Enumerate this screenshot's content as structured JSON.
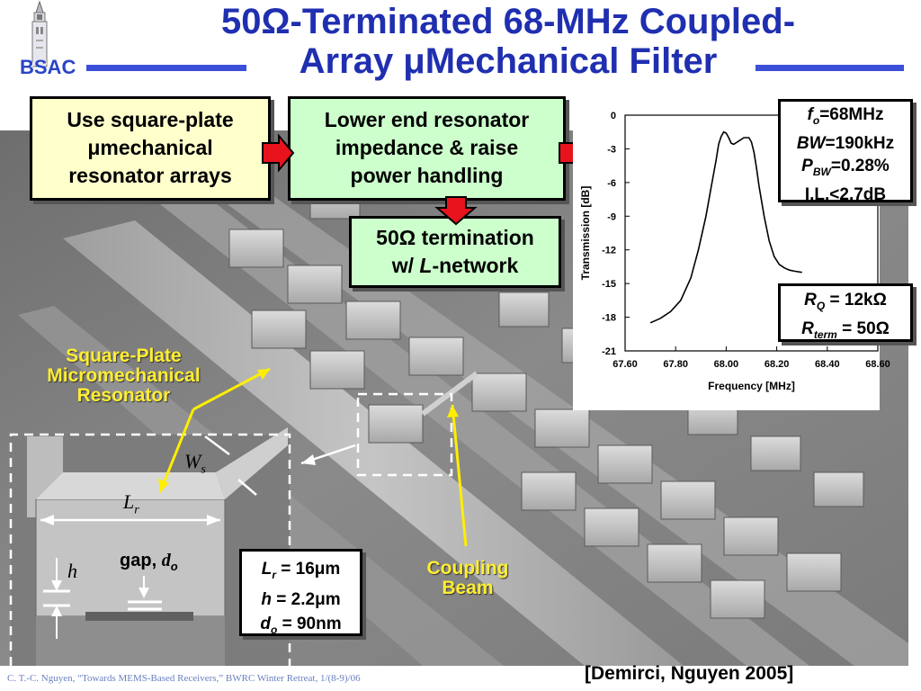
{
  "slide": {
    "title_line1": "50Ω-Terminated 68-MHz Coupled-",
    "title_line2": "Array μMechanical Filter",
    "logo": "BSAC",
    "footer": "C. T.-C. Nguyen, “Towards MEMS-Based Receivers,” BWRC Winter Retreat, 1/(8-9)/06",
    "citation": "[Demirci, Nguyen 2005]"
  },
  "flow": {
    "box1": {
      "line1": "Use square-plate",
      "line2": "μmechanical",
      "line3": "resonator arrays"
    },
    "box2": {
      "line1": "Lower end resonator",
      "line2": "impedance & raise",
      "line3": "power handling"
    },
    "box3": {
      "line1": "50Ω termination",
      "line2_prefix": "w/ ",
      "line2_italic": "L",
      "line2_suffix": "-network"
    }
  },
  "specs": {
    "fo": {
      "sym": "f",
      "sub": "o",
      "val": "=68MHz"
    },
    "bw": {
      "sym": "BW",
      "val": "=190kHz"
    },
    "pbw": {
      "sym": "P",
      "sub": "BW",
      "val": "=0.28%"
    },
    "il": "I.L.<2.7dB"
  },
  "resist": {
    "rq": {
      "sym": "R",
      "sub": "Q",
      "val": " = 12kΩ"
    },
    "rterm": {
      "sym": "R",
      "sub": "term",
      "val": " = 50Ω"
    }
  },
  "dims": {
    "lr": {
      "sym": "L",
      "sub": "r",
      "val": " = 16μm"
    },
    "h": {
      "sym": "h",
      "val": " = 2.2μm"
    },
    "do": {
      "sym": "d",
      "sub": "o",
      "val": " = 90nm"
    }
  },
  "sem": {
    "label_resonator": [
      "Square-Plate",
      "Micromechanical",
      "Resonator"
    ],
    "label_coupling": [
      "Coupling",
      "Beam"
    ],
    "inset_lr": {
      "sym": "L",
      "sub": "r"
    },
    "inset_ws": {
      "sym": "W",
      "sub": "s"
    },
    "inset_h": "h",
    "inset_gap": {
      "word": "gap",
      "sep": ", ",
      "sym": "d",
      "sub": "o"
    }
  },
  "colors": {
    "title": "#1f2fb0",
    "bar": "#3c4fd8",
    "arrow": "#e8131c",
    "label": "#ffee33"
  },
  "chart_data": {
    "type": "line",
    "xlabel": "Frequency [MHz]",
    "ylabel": "Transmission [dB]",
    "xlim": [
      67.6,
      68.6
    ],
    "ylim": [
      -21,
      0
    ],
    "xticks": [
      "67.60",
      "67.80",
      "68.00",
      "68.20",
      "68.40",
      "68.60"
    ],
    "yticks": [
      "0",
      "-3",
      "-6",
      "-9",
      "-12",
      "-15",
      "-18",
      "-21"
    ],
    "series": [
      {
        "x": [
          67.7,
          67.74,
          67.78,
          67.82,
          67.86,
          67.89,
          67.92,
          67.94,
          67.96,
          67.97,
          67.98,
          67.99,
          68.0,
          68.01,
          68.02,
          68.03,
          68.05,
          68.07,
          68.09,
          68.1,
          68.11,
          68.12,
          68.13,
          68.15,
          68.17,
          68.19,
          68.21,
          68.23,
          68.25,
          68.27,
          68.3
        ],
        "y": [
          -18.5,
          -18.1,
          -17.5,
          -16.5,
          -14.5,
          -12.0,
          -9.0,
          -6.5,
          -4.0,
          -2.6,
          -1.9,
          -1.5,
          -1.6,
          -2.0,
          -2.5,
          -2.6,
          -2.3,
          -2.0,
          -2.0,
          -2.4,
          -3.3,
          -4.7,
          -6.3,
          -9.0,
          -11.2,
          -12.6,
          -13.3,
          -13.6,
          -13.8,
          -13.9,
          -14.0
        ]
      }
    ]
  }
}
